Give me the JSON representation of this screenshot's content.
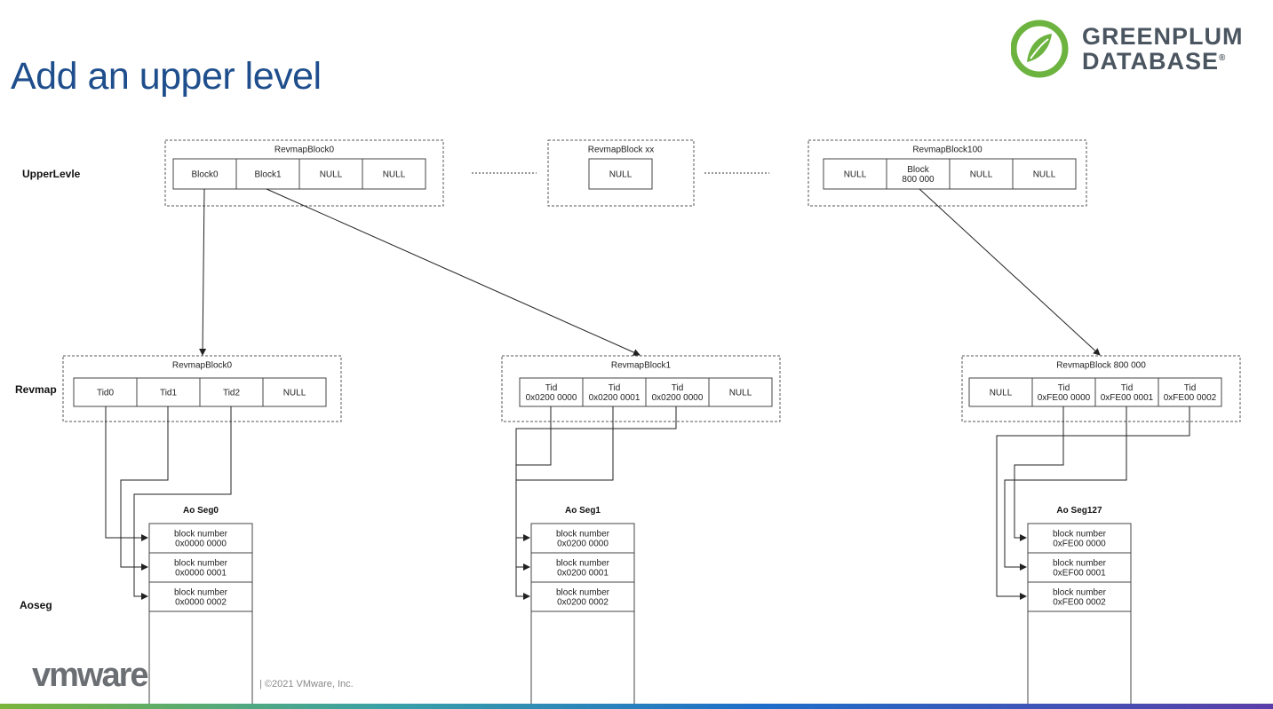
{
  "title": "Add an upper level",
  "brand": {
    "line1": "GREENPLUM",
    "line2": "DATABASE",
    "reg": "®"
  },
  "footer": {
    "logo": "vmware",
    "copyright": "| ©2021 VMware, Inc."
  },
  "row_labels": {
    "upper": "UpperLevle",
    "revmap": "Revmap",
    "aoseg": "Aoseg"
  },
  "upper": {
    "block0": {
      "title": "RevmapBlock0",
      "cells": [
        "Block0",
        "Block1",
        "NULL",
        "NULL"
      ]
    },
    "blockxx": {
      "title": "RevmapBlock xx",
      "cells": [
        "NULL"
      ]
    },
    "block100": {
      "title": "RevmapBlock100",
      "cells": [
        "NULL",
        "Block\n800 000",
        "NULL",
        "NULL"
      ]
    }
  },
  "revmap": {
    "block0": {
      "title": "RevmapBlock0",
      "cells": [
        "Tid0",
        "Tid1",
        "Tid2",
        "NULL"
      ]
    },
    "block1": {
      "title": "RevmapBlock1",
      "cells": [
        "Tid\n0x0200 0000",
        "Tid\n0x0200 0001",
        "Tid\n0x0200 0000",
        "NULL"
      ]
    },
    "block800000": {
      "title": "RevmapBlock 800 000",
      "cells": [
        "NULL",
        "Tid\n0xFE00 0000",
        "Tid\n0xFE00 0001",
        "Tid\n0xFE00 0002"
      ]
    }
  },
  "aoseg": {
    "seg0": {
      "title": "Ao Seg0",
      "rows": [
        "block number\n0x0000 0000",
        "block number\n0x0000 0001",
        "block number\n0x0000 0002"
      ]
    },
    "seg1": {
      "title": "Ao Seg1",
      "rows": [
        "block number\n0x0200 0000",
        "block number\n0x0200 0001",
        "block number\n0x0200 0002"
      ]
    },
    "seg127": {
      "title": "Ao Seg127",
      "rows": [
        "block number\n0xFE00 0000",
        "block number\n0xEF00 0001",
        "block number\n0xFE00 0002"
      ]
    }
  },
  "colors": {
    "title": "#1f4e8c",
    "logo_green": "#6cb33f",
    "line": "#222222"
  }
}
